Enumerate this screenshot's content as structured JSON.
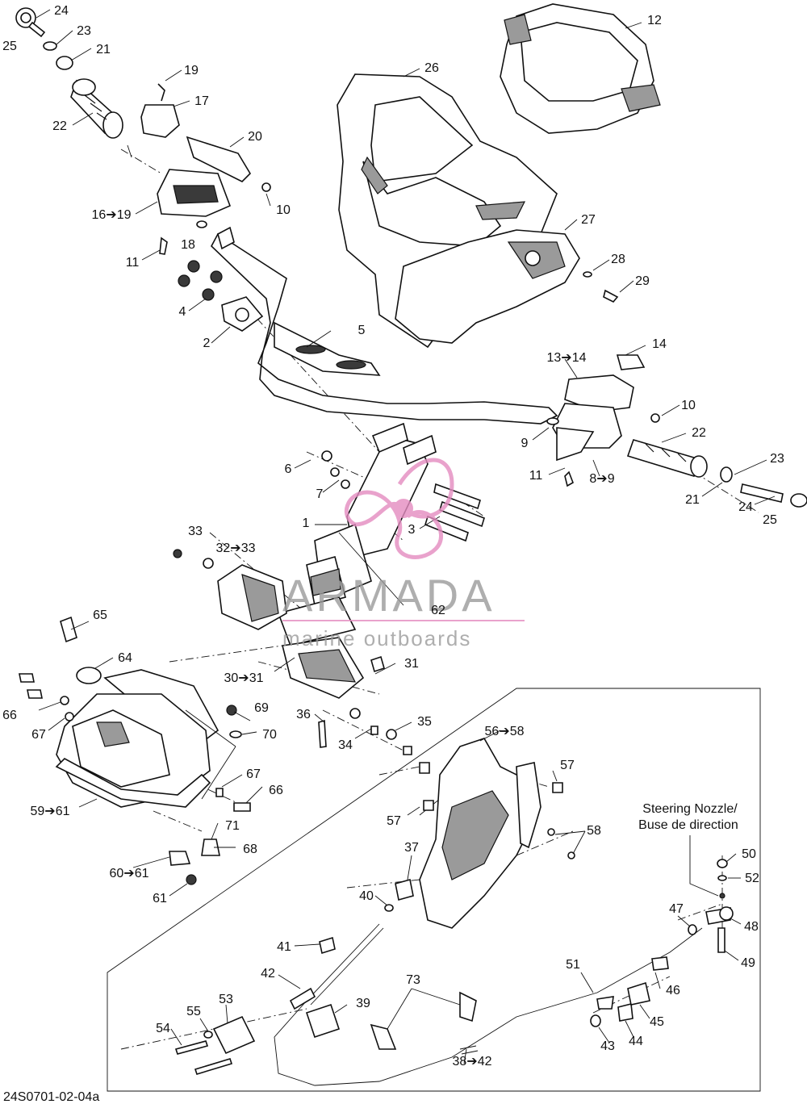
{
  "drawing_id": "24S0701-02-04a",
  "note": {
    "line1": "Steering Nozzle/",
    "line2": "Buse de direction"
  },
  "watermark": {
    "brand": "ARMADA",
    "tagline": "marine outboards",
    "color": "#e48cc0",
    "text_color": "#9a9a9a"
  },
  "callouts": [
    {
      "text": "24"
    },
    {
      "text": "25"
    },
    {
      "text": "23"
    },
    {
      "text": "21"
    },
    {
      "text": "22"
    },
    {
      "text": "19"
    },
    {
      "text": "17"
    },
    {
      "text": "20"
    },
    {
      "text": "10"
    },
    {
      "text": "16➔19"
    },
    {
      "text": "18"
    },
    {
      "text": "11"
    },
    {
      "text": "4"
    },
    {
      "text": "2"
    },
    {
      "text": "5"
    },
    {
      "text": "12"
    },
    {
      "text": "26"
    },
    {
      "text": "27"
    },
    {
      "text": "28"
    },
    {
      "text": "29"
    },
    {
      "text": "14"
    },
    {
      "text": "13➔14"
    },
    {
      "text": "10"
    },
    {
      "text": "22"
    },
    {
      "text": "9"
    },
    {
      "text": "8➔9"
    },
    {
      "text": "11"
    },
    {
      "text": "23"
    },
    {
      "text": "21"
    },
    {
      "text": "24"
    },
    {
      "text": "25"
    },
    {
      "text": "6"
    },
    {
      "text": "7"
    },
    {
      "text": "1"
    },
    {
      "text": "3"
    },
    {
      "text": "33"
    },
    {
      "text": "32➔33"
    },
    {
      "text": "62"
    },
    {
      "text": "65"
    },
    {
      "text": "64"
    },
    {
      "text": "30➔31"
    },
    {
      "text": "31"
    },
    {
      "text": "66"
    },
    {
      "text": "67"
    },
    {
      "text": "69"
    },
    {
      "text": "70"
    },
    {
      "text": "36"
    },
    {
      "text": "34"
    },
    {
      "text": "35"
    },
    {
      "text": "56➔58"
    },
    {
      "text": "57"
    },
    {
      "text": "67"
    },
    {
      "text": "66"
    },
    {
      "text": "59➔61"
    },
    {
      "text": "71"
    },
    {
      "text": "68"
    },
    {
      "text": "57"
    },
    {
      "text": "58"
    },
    {
      "text": "60➔61"
    },
    {
      "text": "61"
    },
    {
      "text": "37"
    },
    {
      "text": "50"
    },
    {
      "text": "52"
    },
    {
      "text": "40"
    },
    {
      "text": "47"
    },
    {
      "text": "48"
    },
    {
      "text": "41"
    },
    {
      "text": "49"
    },
    {
      "text": "42"
    },
    {
      "text": "51"
    },
    {
      "text": "73"
    },
    {
      "text": "46"
    },
    {
      "text": "53"
    },
    {
      "text": "39"
    },
    {
      "text": "55"
    },
    {
      "text": "45"
    },
    {
      "text": "44"
    },
    {
      "text": "54"
    },
    {
      "text": "43"
    },
    {
      "text": "38➔42"
    }
  ]
}
